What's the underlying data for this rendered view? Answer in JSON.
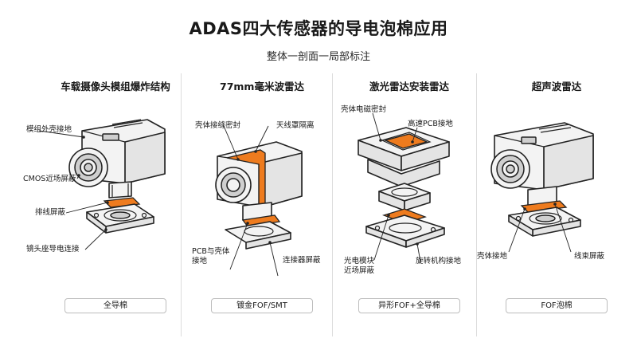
{
  "header": {
    "title": "ADAS四大传感器的导电泡棉应用",
    "subtitle": "整体一剖面一局部标注"
  },
  "colors": {
    "foam": "#ee7b1e",
    "line": "#222222",
    "divider": "#dcdcdc"
  },
  "panels": [
    {
      "title": "车载摄像头模组爆炸结构",
      "labels": [
        "模组外壳接地",
        "CMOS近场屏蔽",
        "排线屏蔽",
        "镜头座导电连接"
      ],
      "badge": "全导棉"
    },
    {
      "title": "77mm毫米波雷达",
      "labels": [
        "壳体接缝密封",
        "天线罩隔离",
        "PCB与壳体\n接地",
        "连接器屏蔽"
      ],
      "badge": "镀金FOF/SMT"
    },
    {
      "title": "激光雷达安装雷达",
      "labels": [
        "壳体电磁密封",
        "高速PCB接地",
        "光电模块\n近场屏蔽",
        "旋转机构接地"
      ],
      "badge": "异形FOF+全导棉"
    },
    {
      "title": "超声波雷达",
      "labels": [
        "壳体接地",
        "线束屏蔽"
      ],
      "badge": "FOF泡棉"
    }
  ]
}
